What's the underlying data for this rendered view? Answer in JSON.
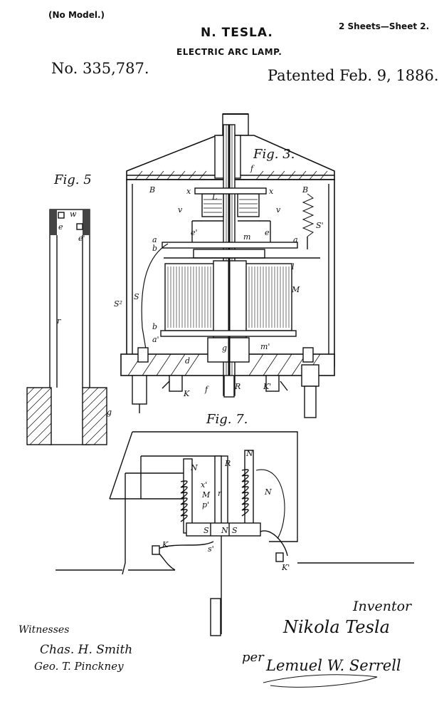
{
  "header": {
    "model_note": "(No Model.)",
    "sheets": "2 Sheets—Sheet 2.",
    "inventor": "N. TESLA.",
    "title": "ELECTRIC ARC LAMP.",
    "patent_no": "No. 335,787.",
    "patented": "Patented Feb. 9, 1886."
  },
  "figures": {
    "fig3_label": "Fig. 3.",
    "fig5_label": "Fig. 5",
    "fig7_label": "Fig. 7."
  },
  "signatures": {
    "inventor_label": "Inventor",
    "inventor_name": "Nikola Tesla",
    "witnesses_label": "Witnesses",
    "witness1": "Chas. H. Smith",
    "witness2": "Geo. T. Pinckney",
    "attorney": "Lemuel W. Serrell",
    "attorney_prefix": "per"
  }
}
